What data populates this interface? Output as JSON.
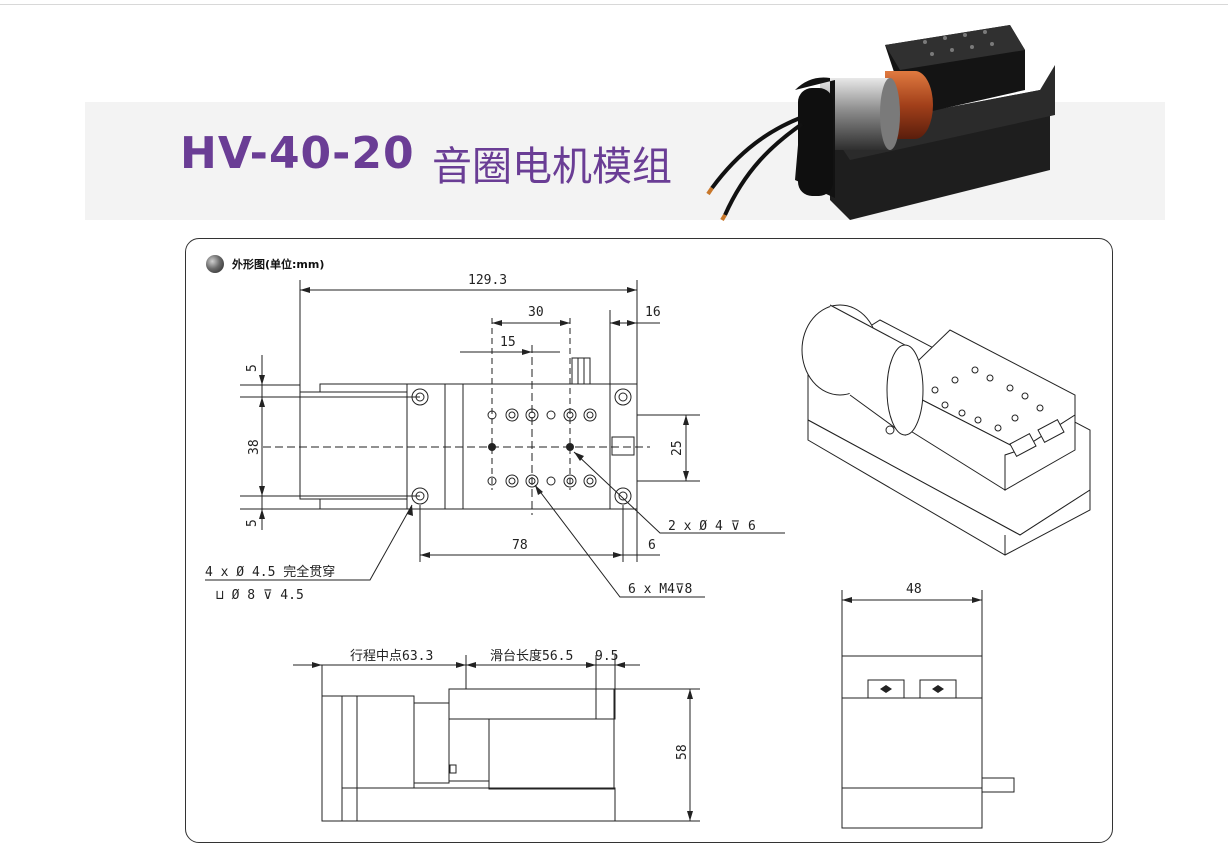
{
  "header": {
    "model": "HV-40-20",
    "name": "音圈电机模组"
  },
  "drawing_title": "外形图(单位:mm)",
  "dimensions": {
    "total_length": "129.3",
    "hole_spacing_x": "30",
    "end_offset": "16",
    "hole_spacing_half": "15",
    "top_margin": "5",
    "height_38": "38",
    "bottom_margin": "5",
    "hole_spacing_y": "25",
    "mount_spacing": "78",
    "edge_offset": "6",
    "width_48": "48",
    "height_58": "58",
    "stroke_mid": "行程中点63.3",
    "slide_length": "滑台长度56.5",
    "offset_9_5": "9.5"
  },
  "callouts": {
    "pin_holes": "2 x Ø 4 ⊽ 6",
    "tapped_holes": "6 x M4⊽8",
    "thru_holes": "4 x Ø 4.5 完全贯穿",
    "counterbore": "⊔ Ø 8 ⊽ 4.5"
  },
  "colors": {
    "title": "#6a3d95",
    "banner_bg": "#f3f3f3",
    "line": "#222222"
  }
}
